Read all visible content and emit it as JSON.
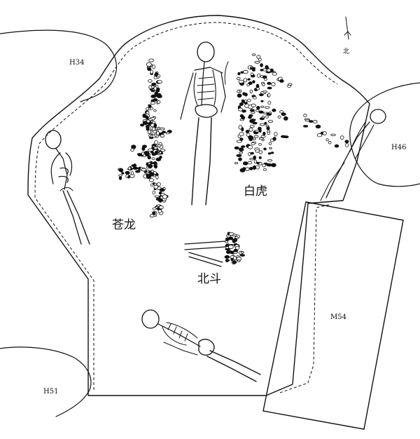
{
  "north_label": "北",
  "pits": {
    "h34": "H34",
    "h46": "H46",
    "h51": "H51",
    "m54": "M54"
  },
  "mosaics": {
    "canglong": "苍龙",
    "baihu": "白虎",
    "beidou": "北斗"
  }
}
